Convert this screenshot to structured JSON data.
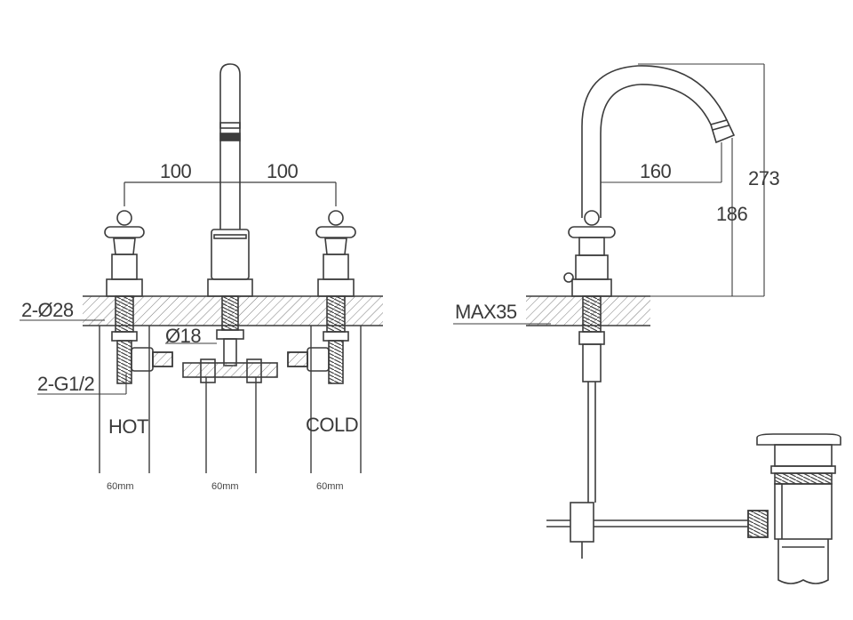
{
  "front_view": {
    "spacing_left": "100",
    "spacing_right": "100",
    "label_hole_dia": "2-Ø28",
    "label_thread": "2-G1/2",
    "label_spout_dia": "Ø18",
    "label_hot": "HOT",
    "label_cold": "COLD",
    "leg_left": "60mm",
    "leg_middle": "60mm",
    "leg_right": "60mm"
  },
  "side_view": {
    "reach": "160",
    "overall_height": "273",
    "spout_height": "186",
    "max_deck": "MAX35"
  },
  "colors": {
    "line": "#3c3c3c",
    "hatch": "#8a8a8a",
    "background": "#ffffff"
  }
}
